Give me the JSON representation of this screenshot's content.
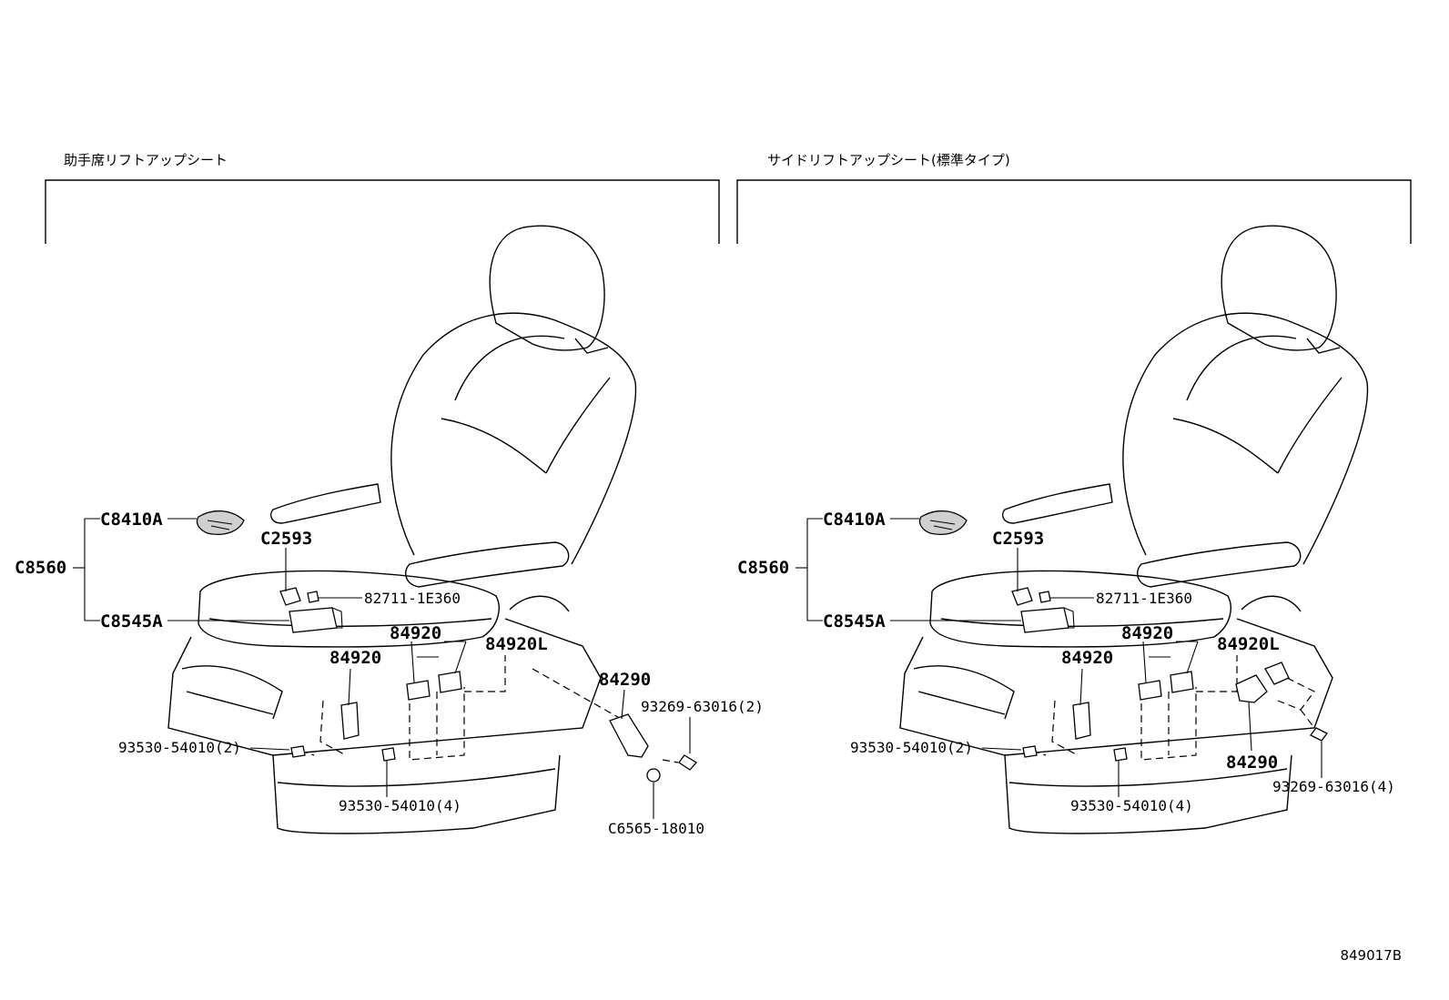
{
  "panels": [
    {
      "title": "助手席リフトアップシート",
      "labels": {
        "c8410a": "C8410A",
        "c2593": "C2593",
        "c8560": "C8560",
        "p82711": "82711-1E360",
        "c8545a": "C8545A",
        "p84920a": "84920",
        "p84920l": "84920L",
        "p84920b": "84920",
        "p84290": "84290",
        "p93269": "93269-63016(2)",
        "p93530a": "93530-54010(2)",
        "p93530b": "93530-54010(4)",
        "c6565": "C6565-18010"
      }
    },
    {
      "title": "サイドリフトアップシート(標準タイプ)",
      "labels": {
        "c8410a": "C8410A",
        "c2593": "C2593",
        "c8560": "C8560",
        "p82711": "82711-1E360",
        "c8545a": "C8545A",
        "p84920a": "84920",
        "p84920l": "84920L",
        "p84920b": "84920",
        "p84290": "84290",
        "p93269": "93269-63016(4)",
        "p93530a": "93530-54010(2)",
        "p93530b": "93530-54010(4)"
      }
    }
  ],
  "figure_number": "849017B"
}
